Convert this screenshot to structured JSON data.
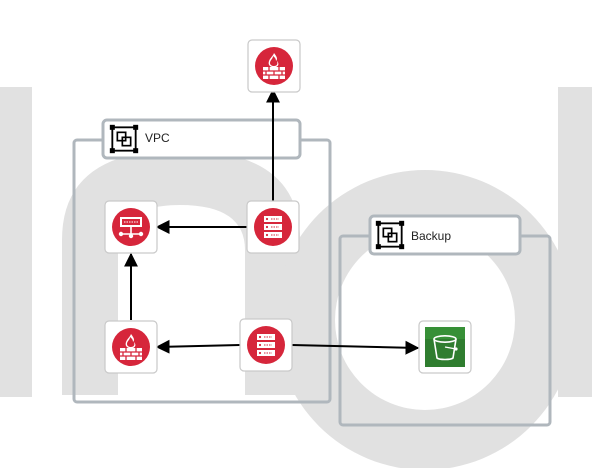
{
  "colors": {
    "watermark": "#e1e1e1",
    "group_border": "#b0b7bd",
    "node_red": "#d6263b",
    "node_border": "#c9c9c9",
    "storage_green": "#2f7d2f",
    "arrow": "#000000"
  },
  "groups": {
    "vpc": {
      "label": "VPC",
      "icon": "vpc-group-icon"
    },
    "backup": {
      "label": "Backup",
      "icon": "vpc-group-icon"
    }
  },
  "nodes": [
    {
      "id": "firewall-top",
      "icon": "firewall-icon"
    },
    {
      "id": "load-balancer",
      "icon": "load-balancer-icon"
    },
    {
      "id": "server-upper",
      "icon": "server-icon"
    },
    {
      "id": "firewall-lower",
      "icon": "firewall-icon"
    },
    {
      "id": "server-lower",
      "icon": "server-icon"
    },
    {
      "id": "storage-bucket",
      "icon": "bucket-icon"
    }
  ],
  "edges": [
    {
      "from": "server-upper",
      "to": "firewall-top"
    },
    {
      "from": "server-upper",
      "to": "load-balancer"
    },
    {
      "from": "firewall-lower",
      "to": "load-balancer"
    },
    {
      "from": "server-lower",
      "to": "firewall-lower"
    },
    {
      "from": "server-lower",
      "to": "storage-bucket"
    }
  ]
}
